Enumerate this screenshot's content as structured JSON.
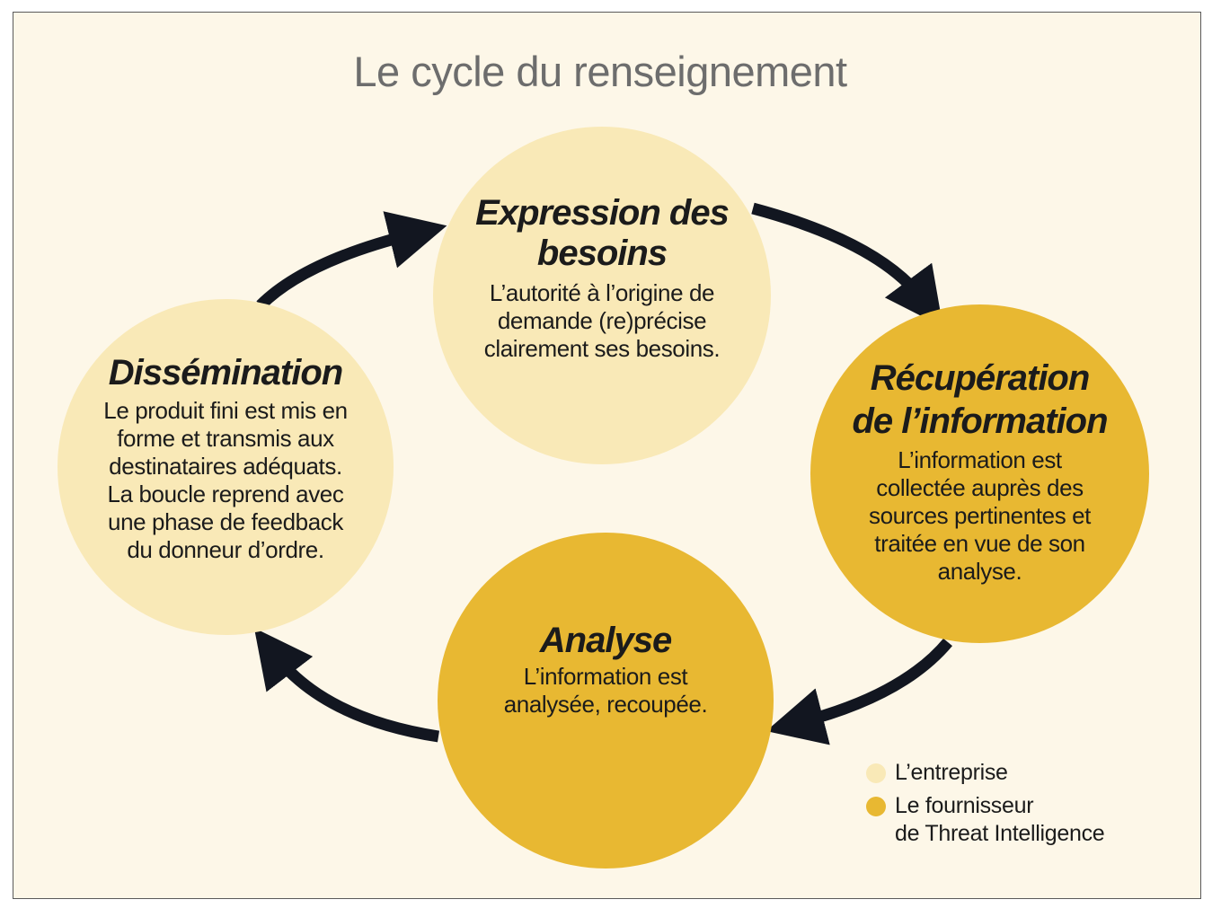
{
  "title": "Le cycle du renseignement",
  "colors": {
    "background": "#fdf7e8",
    "enterprise": "#f9e9b7",
    "provider": "#e8b832",
    "arrow": "#121620",
    "title": "#6d6d6d"
  },
  "nodes": {
    "expression": {
      "title": "Expression des\nbesoins",
      "text": "L’autorité à l’origine de\ndemande (re)précise\nclairement ses besoins.",
      "owner": "enterprise"
    },
    "recuperation": {
      "title": "Récupération\nde l’information",
      "text": "L’information est\ncollectée auprès des\nsources pertinentes et\ntraitée en vue de son\nanalyse.",
      "owner": "provider"
    },
    "analyse": {
      "title": "Analyse",
      "text": "L’information est\nanalysée, recoupée.",
      "owner": "provider"
    },
    "dissemination": {
      "title": "Dissémination",
      "text": "Le produit fini est mis en\nforme et transmis aux\ndestinataires adéquats.\nLa boucle reprend avec\nune phase de feedback\ndu donneur d’ordre.",
      "owner": "enterprise"
    }
  },
  "legend": [
    {
      "label": "L’entreprise",
      "color": "#f9e9b7"
    },
    {
      "label": "Le fournisseur\nde Threat Intelligence",
      "color": "#e8b832"
    }
  ]
}
